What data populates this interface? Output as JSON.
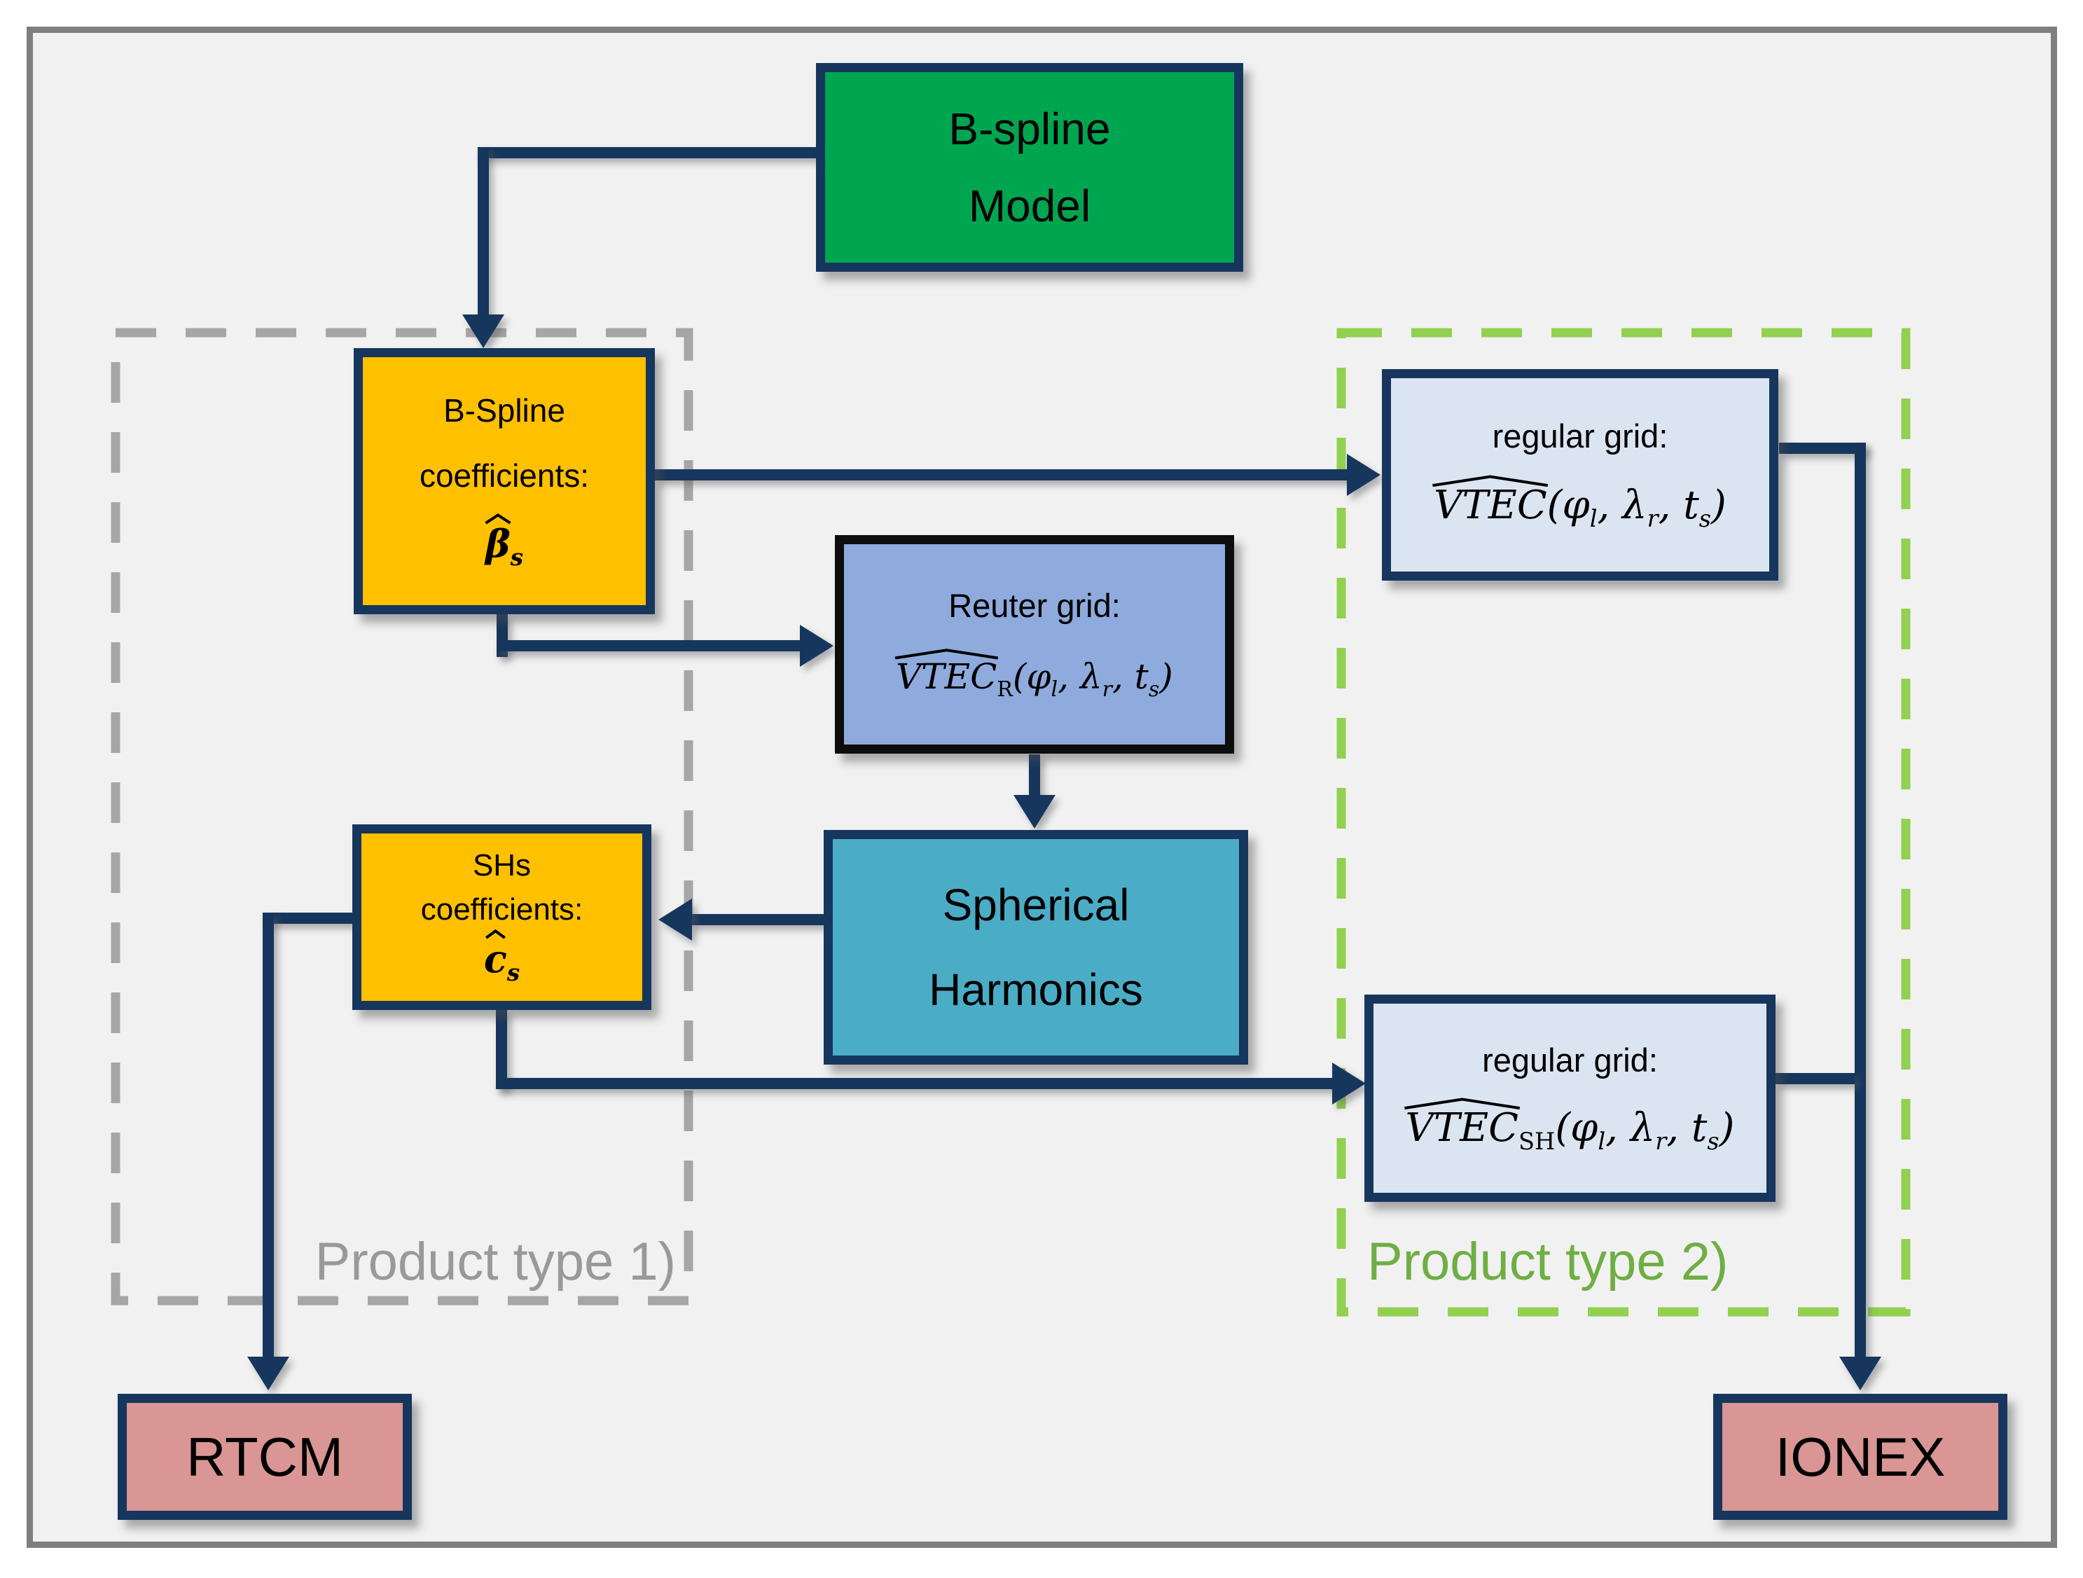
{
  "colors": {
    "arrow_navy": "#17365d",
    "model_green": "#00a550",
    "coefficient_orange": "#ffc000",
    "regular_grid_blue": "#dbe5f1",
    "reuter_blue": "#8faadc",
    "spherical_teal": "#4bacc6",
    "output_salmon": "#d99694",
    "group1_dash_gray": "#a6a6a6",
    "group2_dash_green": "#92d050",
    "group1_text_gray": "#999999",
    "group2_text_green": "#6fae43",
    "frame_gray": "#7f7f7f",
    "panel_background": "#f1f1f2"
  },
  "nodes": {
    "model": {
      "lines": [
        "B-spline",
        "Model"
      ]
    },
    "bspline_coefficients": {
      "lines": [
        "B-Spline",
        "coefficients:"
      ],
      "formula": {
        "hat": "β",
        "sub": "s"
      }
    },
    "regular_grid_top": {
      "label": "regular grid:",
      "formula": {
        "hat": "VTEC",
        "sub": "",
        "args": "(φ_(l), λ_(r), t_(s))"
      }
    },
    "reuter_grid": {
      "label": "Reuter grid:",
      "formula": {
        "hat": "VTEC",
        "sub": "R",
        "args": "(φ_(l), λ_(r), t_(s))"
      }
    },
    "spherical_harmonics": {
      "lines": [
        "Spherical",
        "Harmonics"
      ]
    },
    "sh_coefficients": {
      "lines": [
        "SHs",
        "coefficients:"
      ],
      "formula": {
        "hat": "c",
        "sub": "s"
      }
    },
    "regular_grid_bottom": {
      "label": "regular grid:",
      "formula": {
        "hat": "VTEC",
        "sub": "SH",
        "args": "(φ_(l), λ_(r), t_(s))"
      }
    },
    "rtcm": {
      "label": "RTCM"
    },
    "ionex": {
      "label": "IONEX"
    }
  },
  "groups": {
    "product_type_1": {
      "label": "Product type 1)"
    },
    "product_type_2": {
      "label": "Product type 2)"
    }
  }
}
